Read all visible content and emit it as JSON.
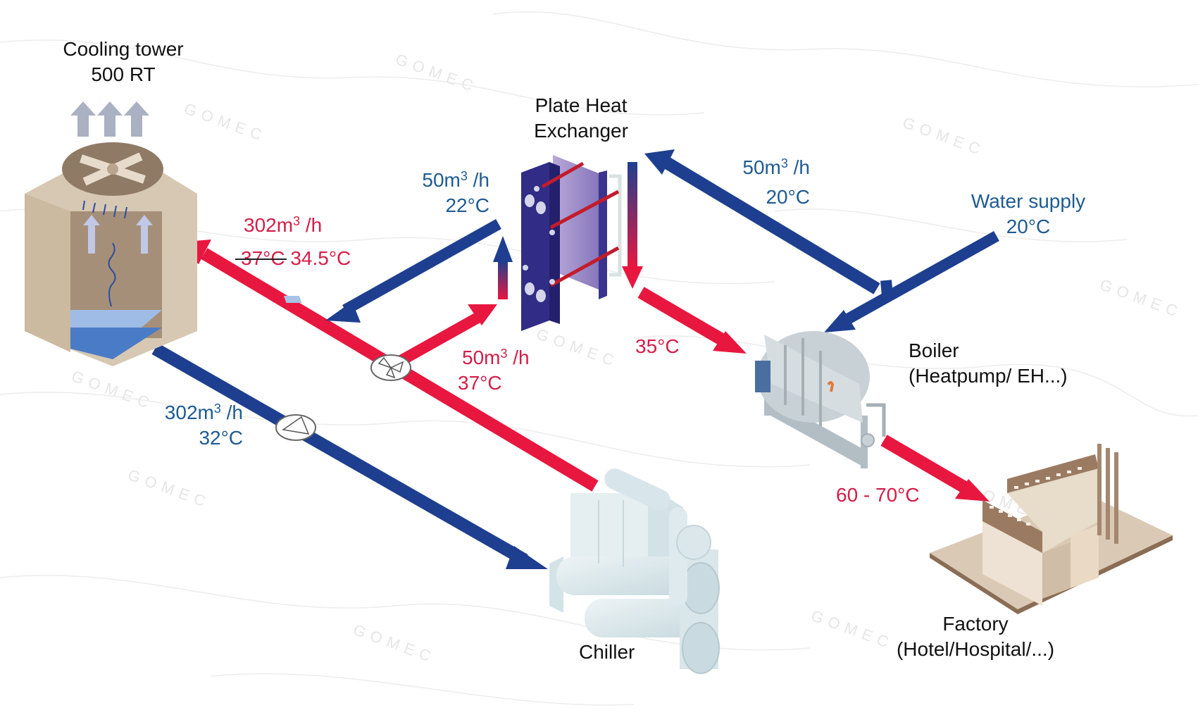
{
  "colors": {
    "hot": "#e8173f",
    "cold": "#1e3f8f",
    "label_blue": "#1f5b93",
    "label_red": "#d51d48",
    "text": "#111111"
  },
  "watermark": "GOMEC",
  "components": {
    "cooling_tower": {
      "name": "Cooling tower",
      "capacity": "500 RT"
    },
    "plate_heat_exchanger": {
      "line1": "Plate Heat",
      "line2": "Exchanger"
    },
    "boiler": {
      "name": "Boiler",
      "subtitle": "(Heatpump/ EH...)"
    },
    "chiller": {
      "name": "Chiller"
    },
    "factory": {
      "name": "Factory",
      "subtitle": "(Hotel/Hospital/...)"
    }
  },
  "flows": {
    "hot_return": {
      "flow_num": "302m",
      "flow_sup": "3",
      "flow_unit": " /h",
      "temp_old": "37°C",
      "temp_new": "34.5°C"
    },
    "phe_cold_out": {
      "flow_num": "50m",
      "flow_sup": "3",
      "flow_unit": " /h",
      "temp": "22°C"
    },
    "phe_hot_in": {
      "flow_num": "50m",
      "flow_sup": "3",
      "flow_unit": " /h",
      "temp": "37°C"
    },
    "cold_supply": {
      "flow_num": "302m",
      "flow_sup": "3",
      "flow_unit": " /h",
      "temp": "32°C"
    },
    "phe_water_in": {
      "flow_num": "50m",
      "flow_sup": "3",
      "flow_unit": " /h",
      "temp": "20°C"
    },
    "water_supply": {
      "name": "Water supply",
      "temp": "20°C"
    },
    "preheated": {
      "temp": "35°C"
    },
    "to_factory": {
      "temp": "60 - 70°C"
    }
  }
}
